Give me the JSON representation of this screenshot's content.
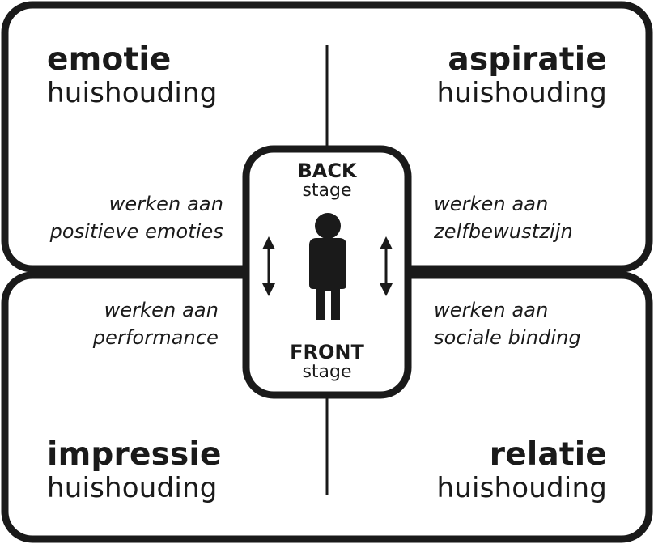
{
  "quadrants": {
    "top_left": {
      "title": "emotie",
      "subtitle": "huishouding"
    },
    "top_right": {
      "title": "aspiratie",
      "subtitle": "huishouding"
    },
    "bottom_left": {
      "title": "impressie",
      "subtitle": "huishouding"
    },
    "bottom_right": {
      "title": "relatie",
      "subtitle": "huishouding"
    }
  },
  "notes": {
    "top_left": [
      "werken aan",
      "positieve emoties"
    ],
    "top_right": [
      "werken aan",
      "zelfbewustzijn"
    ],
    "bottom_left": [
      "werken aan",
      "performance"
    ],
    "bottom_right": [
      "werken aan",
      "sociale binding"
    ]
  },
  "center": {
    "back": {
      "title": "BACK",
      "subtitle": "stage"
    },
    "front": {
      "title": "FRONT",
      "subtitle": "stage"
    },
    "person_icon": "person-icon",
    "arrow_icon": "double-arrow-vertical-icon"
  },
  "colors": {
    "ink": "#1a1a1a",
    "background": "#ffffff"
  }
}
